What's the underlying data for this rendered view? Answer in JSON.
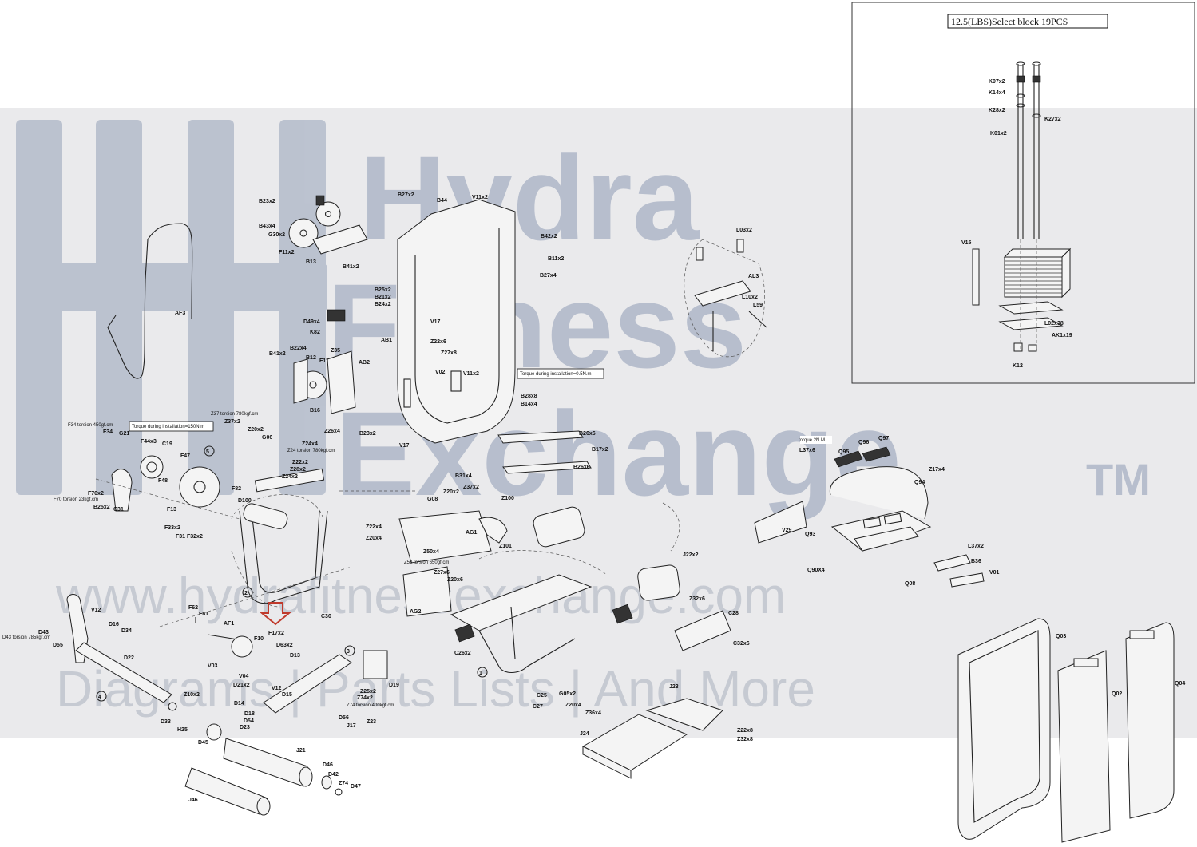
{
  "watermark": {
    "line1": "Hydra",
    "line2": "Fitness",
    "line3": "Exchange",
    "tm": "TM",
    "url": "www.hydrafitnessexchange.com",
    "tagline": "Diagrams | Parts Lists | And More"
  },
  "inset": {
    "title": "12.5(LBS)Select block 19PCS",
    "labels": [
      "K07x2",
      "K14x4",
      "K28x2",
      "K27x2",
      "K01x2",
      "V15",
      "L02x38",
      "AK1x19",
      "K12"
    ]
  },
  "notes": {
    "torque_top": "Torque during installation=0.5N.m",
    "torque_left": "Torque during installation=150N.m",
    "torque_right": "torque 2N.M",
    "f34_torsion": "F34 torsion 450gf.cm",
    "z37_torsion": "Z37 torsion 780kgf.cm",
    "z24_torsion": "Z24 torsion 780kgf.cm",
    "f70_torsion": "F70 torsion 23kgf.cm",
    "z50_torsion": "Z50 torsion 650gf.cm",
    "d43_torsion": "D43 torsion 785kgf.cm",
    "z74_torsion": "Z74 torsion 400kgf.cm"
  },
  "callouts": {
    "c1": "1",
    "c2": "2",
    "c3": "3",
    "c4": "4",
    "c5": "5"
  },
  "parts": {
    "B23x2": "B23x2",
    "B43x4": "B43x4",
    "G30x2": "G30x2",
    "F11x2": "F11x2",
    "B13": "B13",
    "B41x2": "B41x2",
    "B27x2": "B27x2",
    "B44": "B44",
    "V11x2": "V11x2",
    "B42x2": "B42x2",
    "B11x2": "B11x2",
    "B27x4": "B27x4",
    "B25x2": "B25x2",
    "B21x2": "B21x2",
    "B24x2": "B24x2",
    "AB1": "AB1",
    "V17a": "V17",
    "Z22x6": "Z22x6",
    "Z27x8": "Z27x8",
    "V02": "V02",
    "V11x2b": "V11x2",
    "B28x8": "B28x8",
    "B14x4": "B14x4",
    "V17b": "V17",
    "AF3": "AF3",
    "D49x4": "D49x4",
    "K82": "K82",
    "B41x2b": "B41x2",
    "B22x4": "B22x4",
    "B12": "B12",
    "Z35": "Z35",
    "F11": "F11",
    "AB2": "AB2",
    "B16": "B16",
    "Z26x4": "Z26x4",
    "Z24x4": "Z24x4",
    "B23x2b": "B23x2",
    "Z37x2": "Z37x2",
    "Z20x2": "Z20x2",
    "G06": "G06",
    "F34": "F34",
    "G21": "G21",
    "F44x3": "F44x3",
    "C19": "C19",
    "F47": "F47",
    "F48": "F48",
    "F70x2": "F70x2",
    "B25x2b": "B25x2",
    "C31": "C31",
    "F13": "F13",
    "F82": "F82",
    "F33x2": "F33x2",
    "F31": "F31",
    "F32x2": "F32x2",
    "Z22x2": "Z22x2",
    "Z28x2": "Z28x2",
    "Z24x2": "Z24x2",
    "D100": "D100",
    "B26x6": "B26x6",
    "B17x2": "B17x2",
    "B26x6b": "B26x6",
    "B31x4": "B31x4",
    "Z20x2b": "Z20x2",
    "Z37x2b": "Z37x2",
    "G08": "G08",
    "Z100": "Z100",
    "AG1": "AG1",
    "Z22x4": "Z22x4",
    "Z20x4": "Z20x4",
    "Z50x4": "Z50x4",
    "Z101": "Z101",
    "Z27x6": "Z27x6",
    "Z20x6": "Z20x6",
    "AG2": "AG2",
    "C30": "C30",
    "J22x2": "J22x2",
    "Z32x6": "Z32x6",
    "C28": "C28",
    "C32x6": "C32x6",
    "C26x2": "C26x2",
    "C25": "C25",
    "C27": "C27",
    "G05x2": "G05x2",
    "Z20x4b": "Z20x4",
    "Z36x4": "Z36x4",
    "J23": "J23",
    "J24": "J24",
    "Z22x8": "Z22x8",
    "Z32x8": "Z32x8",
    "L03x2": "L03x2",
    "AL3": "AL3",
    "L10x2": "L10x2",
    "L59": "L59",
    "L37x6": "L37x6",
    "Q95": "Q95",
    "Q96": "Q96",
    "Q97": "Q97",
    "Z17x4": "Z17x4",
    "Q94": "Q94",
    "V29": "V29",
    "Q93": "Q93",
    "Q90X4": "Q90X4",
    "L37x2": "L37x2",
    "B36": "B36",
    "V01": "V01",
    "Q08": "Q08",
    "Q03": "Q03",
    "Q02": "Q02",
    "Q04": "Q04",
    "V12": "V12",
    "D16": "D16",
    "D34": "D34",
    "D43": "D43",
    "D55": "D55",
    "D22": "D22",
    "F62": "F62",
    "F61": "F61",
    "AF1": "AF1",
    "F10": "F10",
    "F17x2": "F17x2",
    "D63x2": "D63x2",
    "D13": "D13",
    "V03": "V03",
    "V04": "V04",
    "D21x2": "D21x2",
    "D14": "D14",
    "V12b": "V12",
    "D15": "D15",
    "D18": "D18",
    "D54": "D54",
    "D23": "D23",
    "Z25x2": "Z25x2",
    "Z74x2": "Z74x2",
    "D19": "D19",
    "D56": "D56",
    "J17": "J17",
    "Z23": "Z23",
    "Z10x2": "Z10x2",
    "D33": "D33",
    "H25": "H25",
    "D45": "D45",
    "J21": "J21",
    "D46": "D46",
    "D42": "D42",
    "Z74": "Z74",
    "D47": "D47",
    "J46": "J46"
  },
  "colors": {
    "watermark_blue": "#8e9bb4",
    "band_gray": "#d8d9dc",
    "arrow_red": "#c0392b"
  }
}
